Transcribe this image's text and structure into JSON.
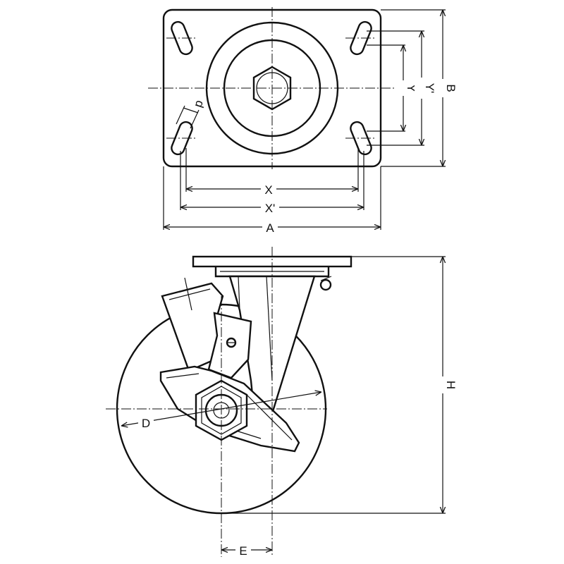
{
  "drawing": {
    "top_view": {
      "dimension_labels": {
        "a": "A",
        "b": "B",
        "x": "X",
        "x_prime": "X'",
        "y": "Y",
        "y_prime": "Y'",
        "d": "d"
      }
    },
    "side_view": {
      "dimension_labels": {
        "d": "D",
        "e": "E",
        "h": "H"
      }
    }
  },
  "colors": {
    "line": "#111111",
    "background": "#ffffff"
  }
}
